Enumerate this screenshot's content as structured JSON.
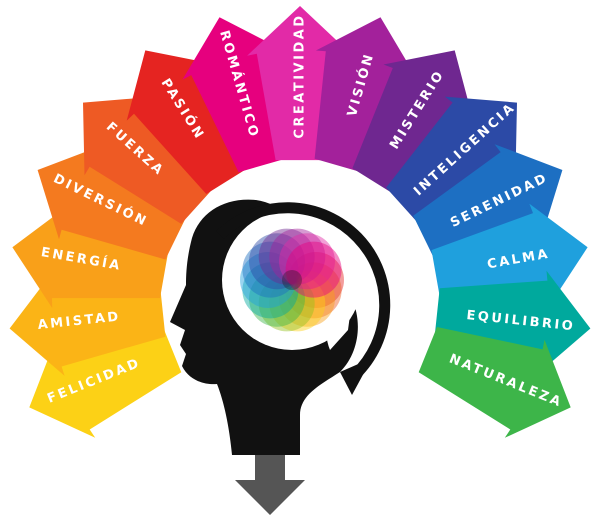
{
  "diagram": {
    "arrows": [
      {
        "label": "FELICIDAD",
        "color": "#fcd116"
      },
      {
        "label": "AMISTAD",
        "color": "#fbb416"
      },
      {
        "label": "ENERGÍA",
        "color": "#f9a019"
      },
      {
        "label": "DIVERSIÓN",
        "color": "#f47a1f"
      },
      {
        "label": "FUERZA",
        "color": "#ee5a24"
      },
      {
        "label": "PASIÓN",
        "color": "#e52421"
      },
      {
        "label": "ROMÁNTICO",
        "color": "#e6007e"
      },
      {
        "label": "CREATIVIDAD",
        "color": "#e22aa7"
      },
      {
        "label": "VISIÓN",
        "color": "#a3219b"
      },
      {
        "label": "MISTERIO",
        "color": "#6f2790"
      },
      {
        "label": "INTELIGENCIA",
        "color": "#2c4aa6"
      },
      {
        "label": "SERENIDAD",
        "color": "#1d6fc2"
      },
      {
        "label": "CALMA",
        "color": "#1fa0dd"
      },
      {
        "label": "EQUILIBRIO",
        "color": "#00a99d"
      },
      {
        "label": "NATURALEZA",
        "color": "#3db549"
      }
    ],
    "head_color": "#111111",
    "down_arrow_color": "#555555",
    "wheel_colors": [
      "#e52421",
      "#ee5a24",
      "#f9a019",
      "#fcd116",
      "#95c11f",
      "#3db549",
      "#00a99d",
      "#1fa0dd",
      "#1d6fc2",
      "#2c4aa6",
      "#6f2790",
      "#a3219b",
      "#e22aa7",
      "#e6007e"
    ]
  }
}
